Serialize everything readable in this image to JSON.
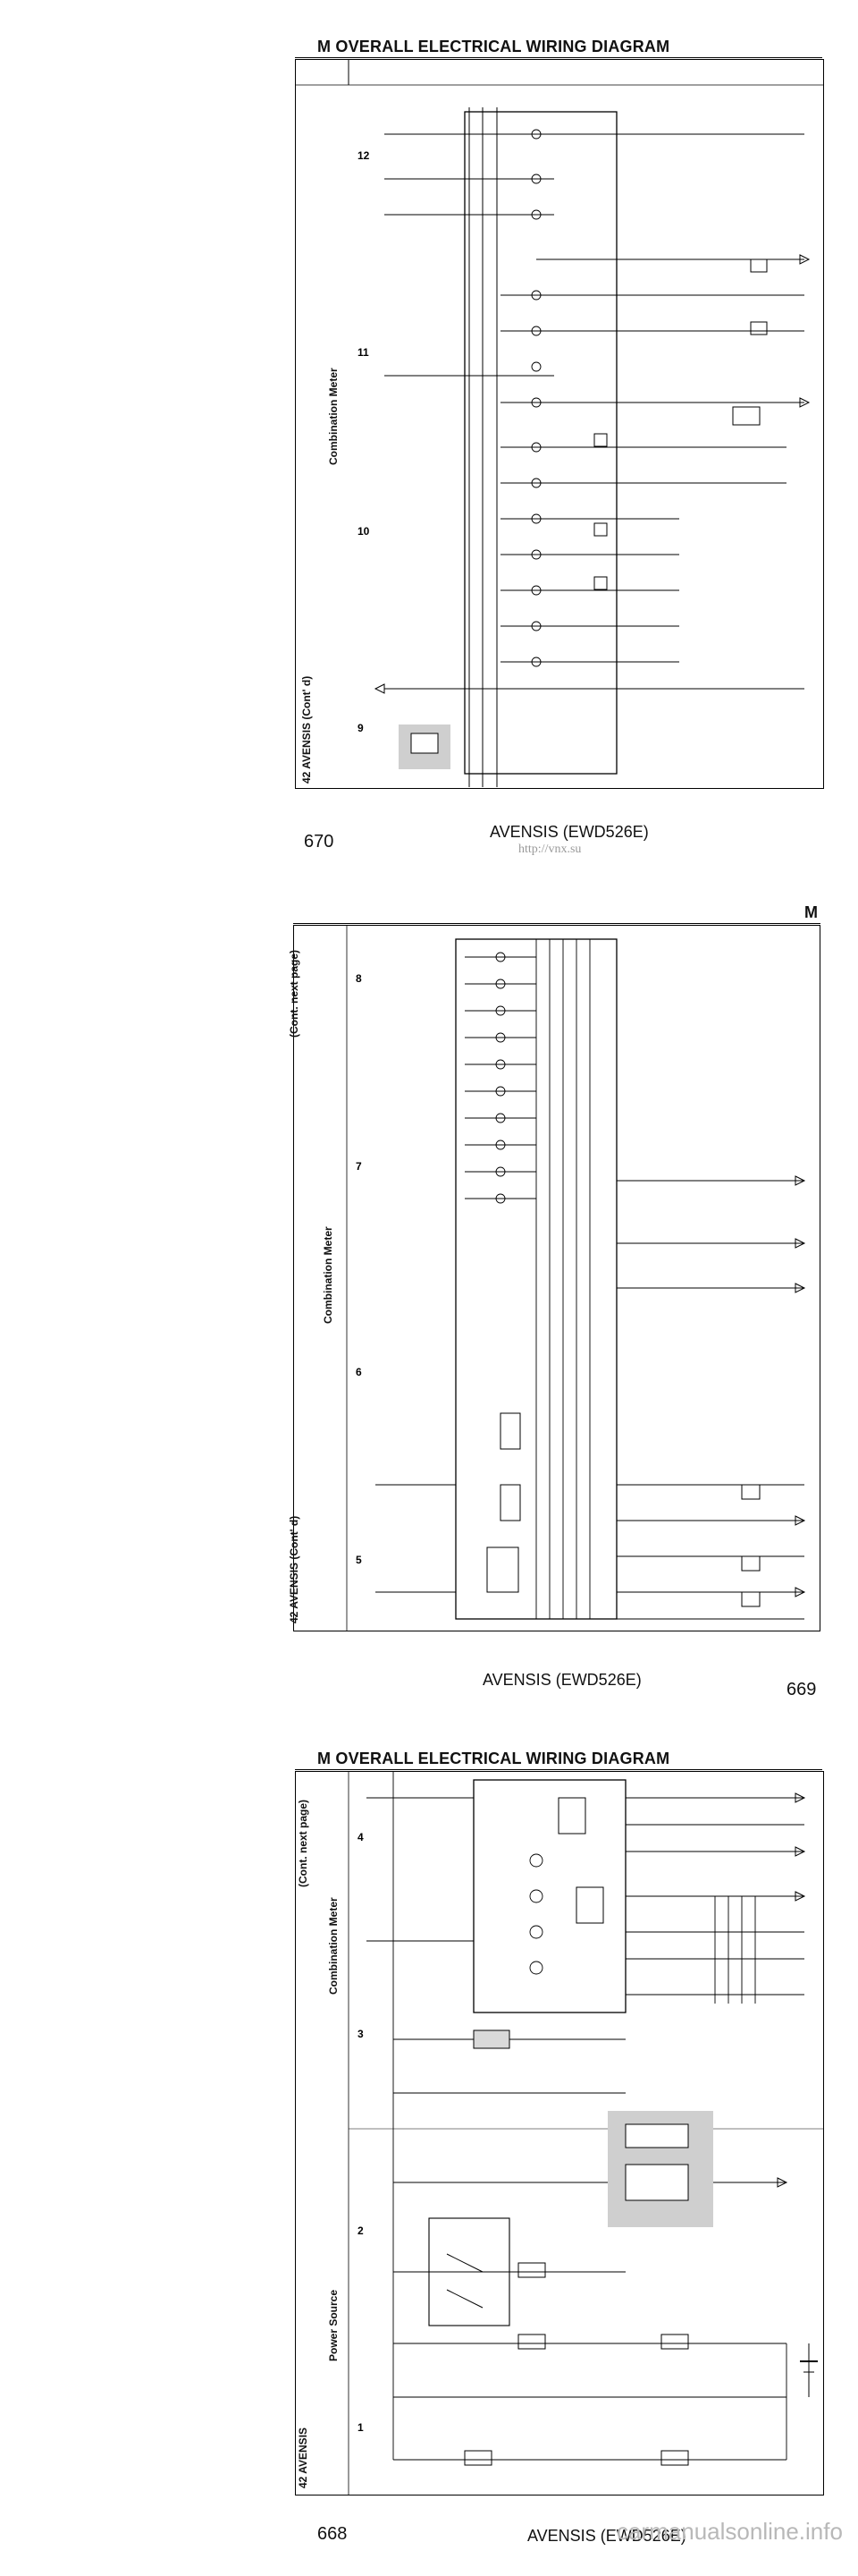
{
  "pages": {
    "top": {
      "header": "M  OVERALL ELECTRICAL WIRING DIAGRAM",
      "side_title": "42  AVENSIS (Cont' d)",
      "side_group": "Combination Meter",
      "page_number": "670",
      "footer": "AVENSIS (EWD526E)",
      "url": "http://vnx.su",
      "column_numbers": [
        "12",
        "11",
        "10",
        "9"
      ]
    },
    "middle": {
      "header_letter": "M",
      "side_title": "42  AVENSIS (Cont' d)",
      "side_group": "Combination Meter",
      "continued": "(Cont.  next page)",
      "page_number": "669",
      "footer": "AVENSIS (EWD526E)",
      "column_numbers": [
        "8",
        "7",
        "6",
        "5"
      ]
    },
    "bottom": {
      "header": "M  OVERALL ELECTRICAL WIRING DIAGRAM",
      "side_title": "42  AVENSIS",
      "side_group_1": "Power Source",
      "side_group_2": "Combination Meter",
      "continued": "(Cont.  next page)",
      "page_number": "668",
      "footer": "AVENSIS (EWD526E)",
      "watermark": "carmanualsonline.info",
      "column_numbers": [
        "1",
        "2",
        "3",
        "4"
      ]
    }
  }
}
